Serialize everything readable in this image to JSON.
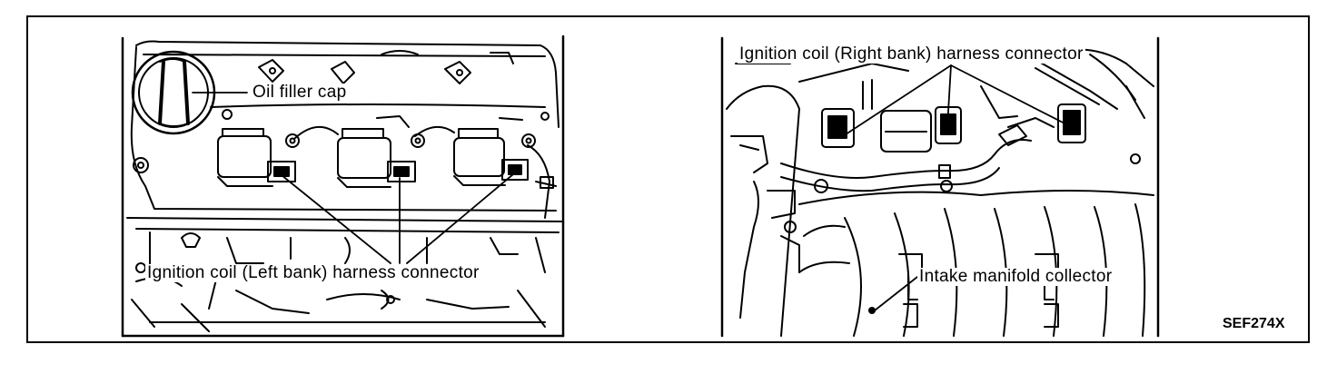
{
  "labels": {
    "oil_filler_cap": "Oil filler cap",
    "left_bank_connector": "Ignition coil (Left bank) harness connector",
    "right_bank_connector": "Ignition coil (Right bank) harness connector",
    "intake_manifold": "Intake manifold collector"
  },
  "figure_code": "SEF274X"
}
